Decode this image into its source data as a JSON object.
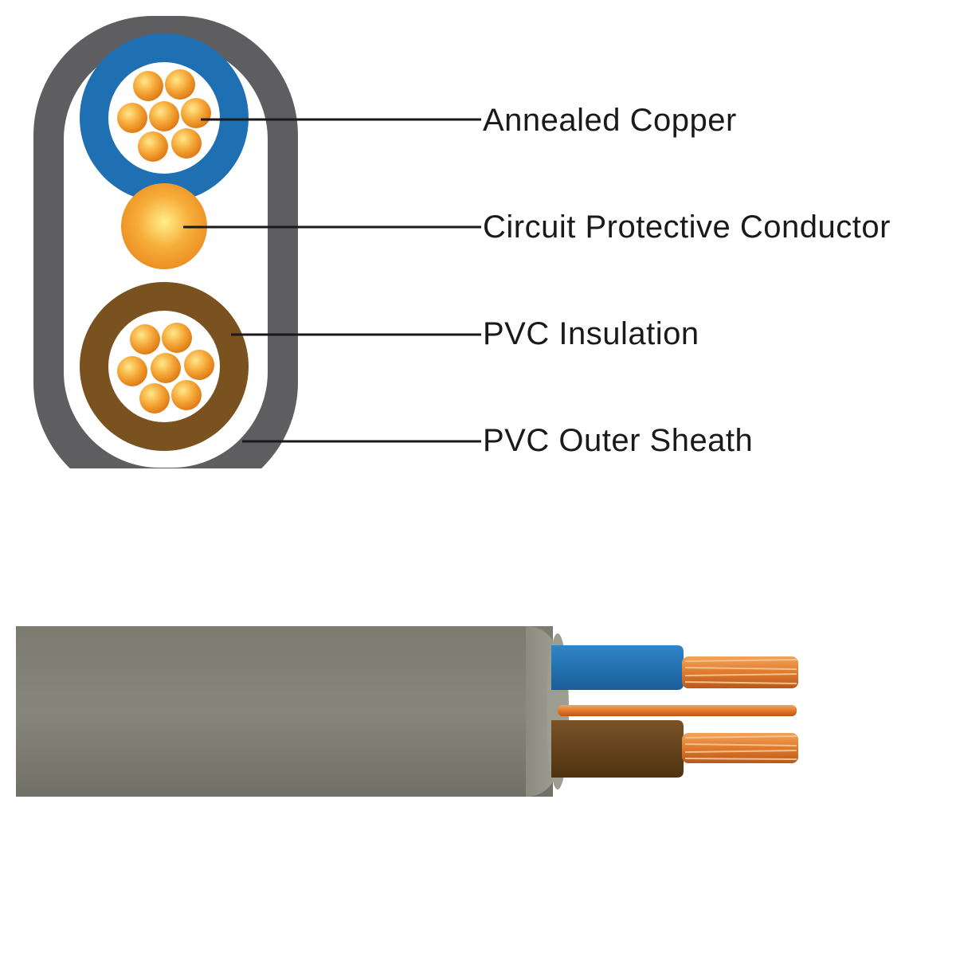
{
  "labels": [
    {
      "id": "annealed-copper",
      "text": "Annealed Copper"
    },
    {
      "id": "circuit-protective-conductor",
      "text": "Circuit Protective Conductor"
    },
    {
      "id": "pvc-insulation",
      "text": "PVC Insulation"
    },
    {
      "id": "pvc-outer-sheath",
      "text": "PVC Outer Sheath"
    }
  ],
  "colors": {
    "sheath": "#5e5e60",
    "live_insulation": "#1f6fb3",
    "neutral_insulation": "#7a5220",
    "copper": "#f39b2f",
    "copper_highlight": "#ffd36b",
    "cable_body": "#85857a",
    "leader_line": "#1a1a1a"
  }
}
